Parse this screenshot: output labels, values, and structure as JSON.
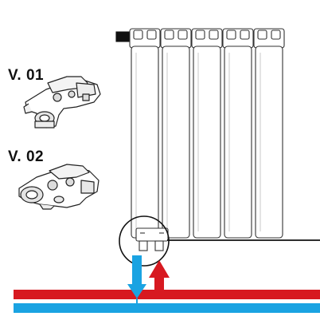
{
  "labels": {
    "v01": "V. 01",
    "v02": "V. 02"
  },
  "icons": {
    "valve_v01": "angled-valve-fitting",
    "valve_v02": "straight-valve-fitting",
    "radiator": "sectional-radiator",
    "supply_arrow": "arrow-up",
    "return_arrow": "arrow-down"
  },
  "colors": {
    "hot_pipe": "#d71920",
    "cold_pipe": "#1aa3e2",
    "outline": "#222222",
    "fill": "#ffffff"
  },
  "radiator": {
    "section_count": 5
  }
}
